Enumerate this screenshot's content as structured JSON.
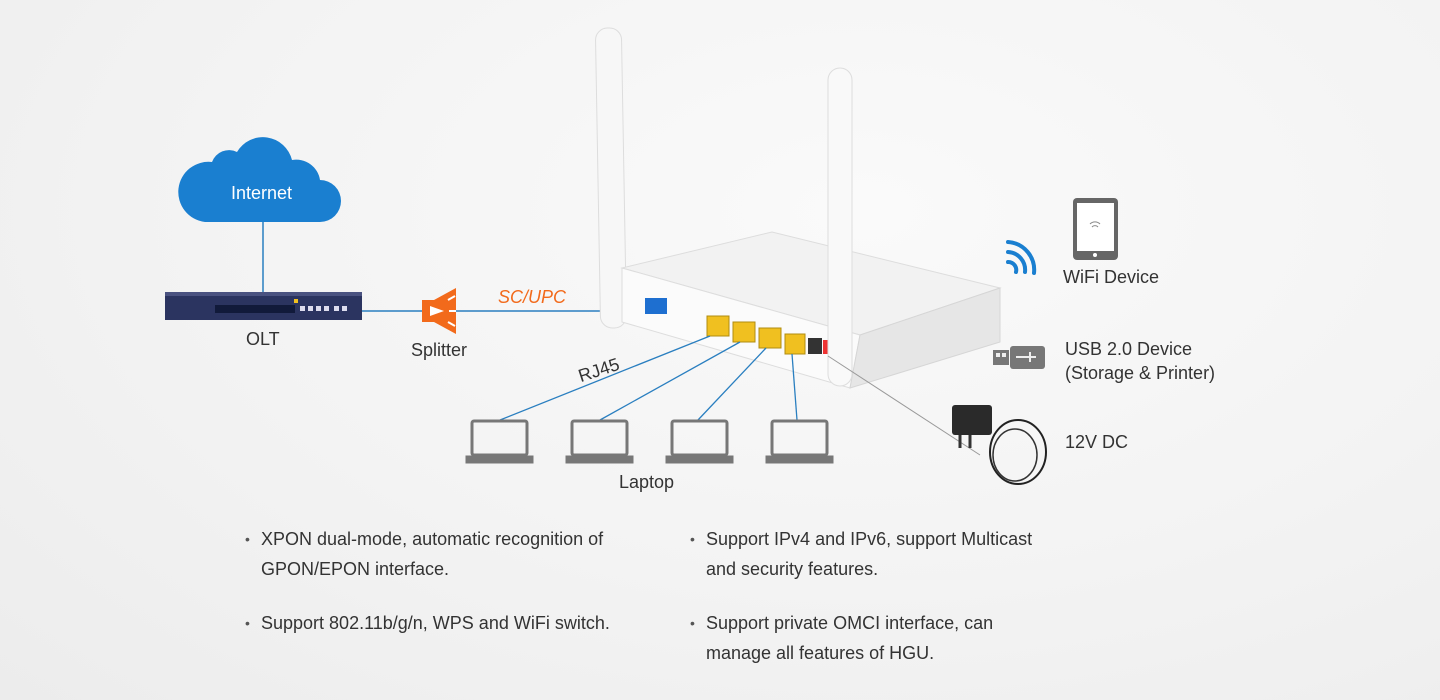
{
  "labels": {
    "internet": "Internet",
    "olt": "OLT",
    "splitter": "Splitter",
    "sc_upc": "SC/UPC",
    "rj45": "RJ45",
    "laptop": "Laptop",
    "wifi_device": "WiFi Device",
    "usb_line1": "USB 2.0 Device",
    "usb_line2": "(Storage & Printer)",
    "power": "12V DC"
  },
  "features": [
    "XPON dual-mode, automatic recognition of GPON/EPON interface.",
    "Support IPv4 and IPv6, support Multicast and security features.",
    "Support 802.11b/g/n, WPS and WiFi switch.",
    "Support private OMCI interface, can manage all features of HGU."
  ],
  "colors": {
    "cloud": "#1a7fd0",
    "line": "#2a7fc0",
    "splitter": "#f26a1b",
    "olt": "#2b3460",
    "port": "#f0c020"
  }
}
